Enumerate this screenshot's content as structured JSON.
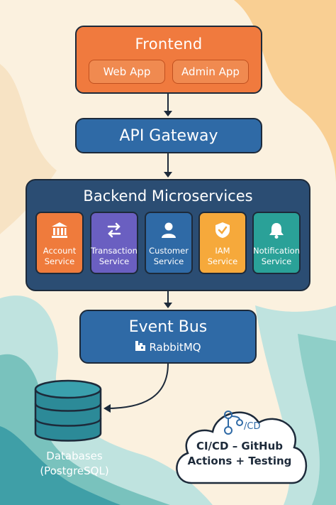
{
  "frontend": {
    "title": "Frontend",
    "apps": [
      "Web App",
      "Admin App"
    ]
  },
  "gateway": {
    "title": "API Gateway"
  },
  "backend": {
    "title": "Backend Microservices",
    "services": [
      {
        "line1": "Account",
        "line2": "Service",
        "color": "#ef7b3c",
        "icon": "bank-icon"
      },
      {
        "line1": "Transaction",
        "line2": "Service",
        "color": "#6a5fc1",
        "icon": "swap-arrows-icon"
      },
      {
        "line1": "Customer",
        "line2": "Service",
        "color": "#2f6aa6",
        "icon": "user-icon"
      },
      {
        "line1": "IAM",
        "line2": "Service",
        "color": "#f6a93b",
        "icon": "shield-check-icon"
      },
      {
        "line1": "Notification",
        "line2": "Service",
        "color": "#2aa198",
        "icon": "bell-icon"
      }
    ]
  },
  "event_bus": {
    "title": "Event Bus",
    "broker": "RabbitMQ",
    "broker_icon": "rabbitmq-icon"
  },
  "databases": {
    "line1": "Databases",
    "line2": "(PostgreSQL)",
    "icon": "database-icon"
  },
  "cicd": {
    "badge": "/CD",
    "line1": "CI/CD – GitHub",
    "line2": "Actions + Testing",
    "icon": "pipeline-icon"
  },
  "colors": {
    "frontend": "#f07a3e",
    "gateway": "#2f6aa6",
    "backend": "#2b4d73",
    "database": "#2c8a98",
    "outline": "#1d2a3a"
  }
}
